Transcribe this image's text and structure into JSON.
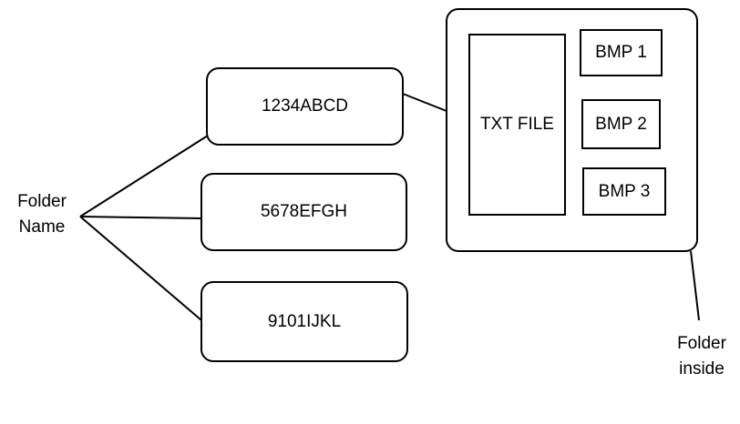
{
  "folders": [
    {
      "name": "1234ABCD"
    },
    {
      "name": "5678EFGH"
    },
    {
      "name": "9101IJKL"
    }
  ],
  "folder_contents": {
    "txt_file": "TXT FILE",
    "bmp_files": [
      "BMP 1",
      "BMP 2",
      "BMP 3"
    ]
  },
  "labels": {
    "folder_name_line1": "Folder",
    "folder_name_line2": "Name",
    "folder_inside_line1": "Folder",
    "folder_inside_line2": "inside"
  },
  "colors": {
    "stroke": "#000000",
    "background": "#ffffff"
  }
}
